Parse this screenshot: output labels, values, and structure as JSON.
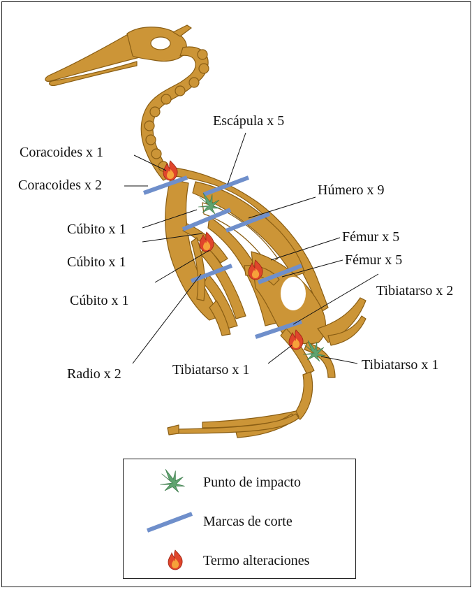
{
  "colors": {
    "bone": "#CC9537",
    "bone_outline": "#8a5e14",
    "cut_mark": "#6F8FCB",
    "impact": "#5FA36F",
    "fire_outer": "#E0452B",
    "fire_inner": "#F6A23A"
  },
  "labels": {
    "escapula": "Escápula x 5",
    "coracoides_1": "Coracoides x 1",
    "coracoides_2": "Coracoides x 2",
    "humero": "Húmero x 9",
    "cubito_a": "Cúbito x 1",
    "cubito_b": "Cúbito x 1",
    "cubito_c": "Cúbito x 1",
    "femur_a": "Fémur x 5",
    "femur_b": "Fémur x 5",
    "tibiatarso_2": "Tibiatarso x 2",
    "tibiatarso_1a": "Tibiatarso x 1",
    "tibiatarso_1b": "Tibiatarso x 1",
    "radio": "Radio x 2"
  },
  "legend": {
    "impact": "Punto de impacto",
    "cut": "Marcas de corte",
    "thermal": "Termo alteraciones"
  },
  "icons": {
    "impact": "impact-star-icon",
    "cut": "cut-mark-icon",
    "thermal": "flame-icon"
  }
}
